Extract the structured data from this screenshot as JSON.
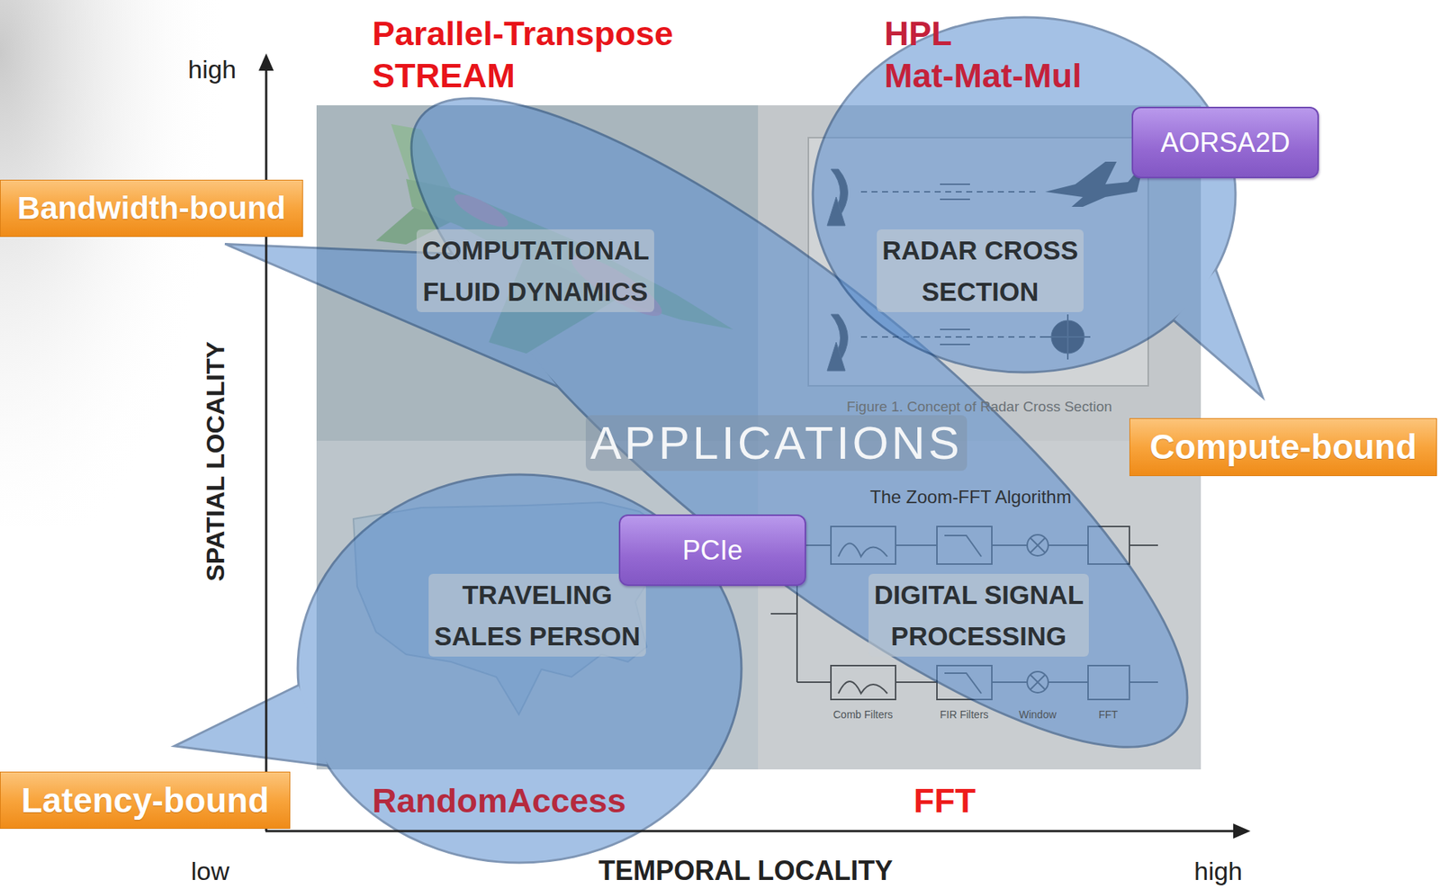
{
  "diagram": {
    "nodes": [
      {
        "text": [
          "COMPUTATIONAL FLUID DYNAMICS"
        ]
      },
      {
        "text": [
          "RADAR CROSS SECTION",
          "Figure 1. Concept of Radar Cross Section"
        ]
      },
      {
        "text": [
          "AORSA2D"
        ]
      },
      {
        "text": [
          "Bandwidth-bound"
        ]
      },
      {
        "text": [
          "Compute-bound"
        ]
      },
      {
        "text": [
          "TRAVELING SALES PERSON"
        ]
      },
      {
        "text": [
          "PCIe"
        ]
      },
      {
        "text": [
          "The Zoom-FFT Algorithm",
          "DIGITAL SIGNAL PROCESSING"
        ]
      },
      {
        "text": [
          "Latency-bound"
        ]
      }
    ],
    "labels": [
      "Parallel-Transpose STREAM",
      "HPL Mat-Mat-Mul",
      "high",
      "SPATIAL LOCALITY",
      "APPLICATIONS",
      "Comb Filters",
      "FIR Filters",
      "Window",
      "FFT",
      "RandomAccess",
      "FFT",
      "low",
      "TEMPORAL LOCALITY",
      "high"
    ]
  }
}
